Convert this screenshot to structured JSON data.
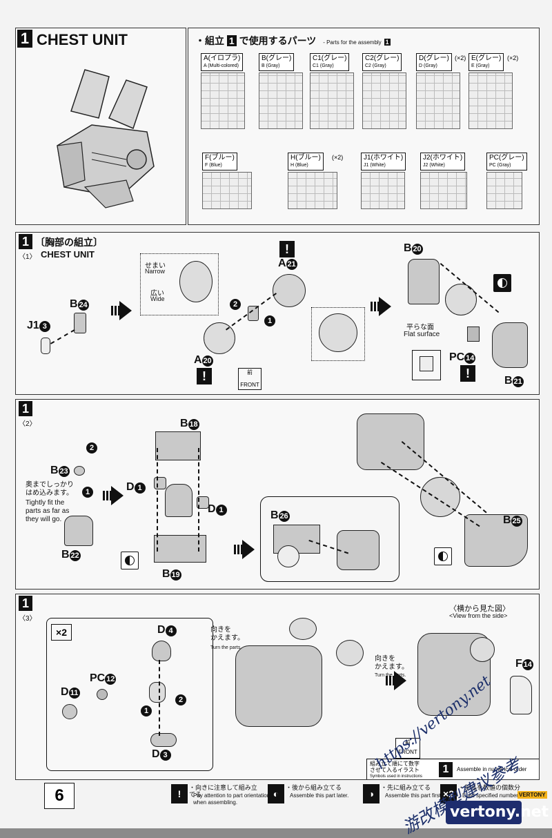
{
  "header": {
    "step_number": "1",
    "title": "CHEST UNIT"
  },
  "parts_list": {
    "title_jp": "・組立",
    "title_num": "1",
    "title_jp_suffix": "で使用するパーツ",
    "title_en": "- Parts for the assembly",
    "title_en_num": "1",
    "runners_row1": [
      {
        "jp": "A(イロプラ)",
        "en": "A (Multi-colored)",
        "qty": ""
      },
      {
        "jp": "B(グレー)",
        "en": "B (Gray)",
        "qty": ""
      },
      {
        "jp": "C1(グレー)",
        "en": "C1 (Gray)",
        "qty": ""
      },
      {
        "jp": "C2(グレー)",
        "en": "C2 (Gray)",
        "qty": ""
      },
      {
        "jp": "D(グレー)",
        "en": "D (Gray)",
        "qty": "(×2)"
      },
      {
        "jp": "E(グレー)",
        "en": "E (Gray)",
        "qty": "(×2)"
      }
    ],
    "runners_row2": [
      {
        "jp": "F(ブルー)",
        "en": "F (Blue)",
        "qty": ""
      },
      {
        "jp": "H(ブルー)",
        "en": "H (Blue)",
        "qty": "(×2)"
      },
      {
        "jp": "J1(ホワイト)",
        "en": "J1 (White)",
        "qty": ""
      },
      {
        "jp": "J2(ホワイト)",
        "en": "J2 (White)",
        "qty": ""
      },
      {
        "jp": "PC(グレー)",
        "en": "PC (Gray)",
        "qty": ""
      }
    ]
  },
  "step1_1": {
    "num": "1",
    "jp_title": "〔胸部の組立〕",
    "sub": "〈1〉",
    "en_title": "CHEST UNIT",
    "narrow_jp": "せまい",
    "narrow_en": "Narrow",
    "wide_jp": "広い",
    "wide_en": "Wide",
    "flat_jp": "平らな面",
    "flat_en": "Flat surface",
    "front_jp": "前",
    "front_en": "FRONT",
    "parts": {
      "j1": "J1",
      "j1n": "3",
      "b24": "B",
      "b24n": "24",
      "a20": "A",
      "a20n": "20",
      "a21": "A",
      "a21n": "21",
      "b20": "B",
      "b20n": "20",
      "b21": "B",
      "b21n": "21",
      "pc14": "PC",
      "pc14n": "14"
    },
    "arrow_nums": [
      "2",
      "1"
    ]
  },
  "step1_2": {
    "num": "1",
    "sub": "〈2〉",
    "fit_jp": "奥までしっかり\nはめ込みます。",
    "fit_en": "Tightly fit the\nparts as far as\nthey will go.",
    "parts": {
      "b23": "B",
      "b23n": "23",
      "b22": "B",
      "b22n": "22",
      "b18": "B",
      "b18n": "18",
      "d1a": "D",
      "d1n": "1",
      "b19": "B",
      "b19n": "19",
      "b26": "B",
      "b26n": "26",
      "b25": "B",
      "b25n": "25"
    },
    "arrow_nums": [
      "2",
      "1"
    ]
  },
  "step1_3": {
    "num": "1",
    "sub": "〈3〉",
    "x2": "×2",
    "turn_jp": "向きを\nかえます。",
    "turn_en": "Turn the parts.",
    "side_view_jp": "〈横から見た図〉",
    "side_view_en": "<View from the side>",
    "front_jp": "前",
    "front_en": "FRONT",
    "parts": {
      "d4": "D",
      "d4n": "4",
      "d11": "D",
      "d11n": "11",
      "pc12": "PC",
      "pc12n": "12",
      "d3": "D",
      "d3n": "3",
      "f14": "F",
      "f14n": "14"
    },
    "arrow_nums": [
      "1",
      "2"
    ],
    "order_jp": "組み立て順にて数字\nさせて入るイラスト",
    "order_en": "Symbols used in instructions",
    "order_note_en": "Assemble in numerical order"
  },
  "legend": {
    "page_number": "6",
    "items": [
      {
        "icon": "!",
        "jp": "・向きに注意して組み立てる",
        "en": "Pay attention to part orientation\nwhen assembling."
      },
      {
        "icon": "◐",
        "jp": "・後から組み立てる",
        "en": "Assemble this part later."
      },
      {
        "icon": "◑",
        "jp": "・先に組み立てる",
        "en": "Assemble this part first."
      },
      {
        "icon": "×2",
        "jp": "・部品を数値の個数分",
        "en": "Build specified number"
      }
    ]
  },
  "watermarks": {
    "url_text": "https://vertony.net",
    "cn_text": "游改模型建议参考",
    "brand": "vertony.net",
    "brand_tag": "VERTONY"
  },
  "colors": {
    "ink": "#111111",
    "paper": "#f8f8f8",
    "part_gray": "#c9c9c9",
    "watermark": "#1c2f6a",
    "brand": "#ffffff"
  }
}
